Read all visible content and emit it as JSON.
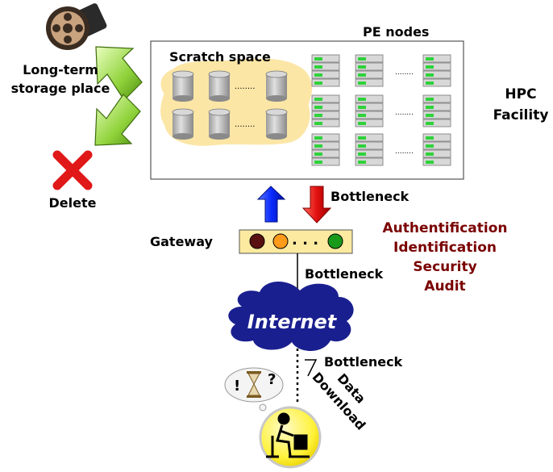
{
  "hpc": {
    "label": "HPC\nFacility",
    "pe_nodes_label": "PE nodes",
    "scratch_label": "Scratch space"
  },
  "dots": "........",
  "archive": {
    "label": "Long-term\nstorage place"
  },
  "delete": {
    "label": "Delete"
  },
  "gateway": {
    "label": "Gateway",
    "dots": ". . ."
  },
  "bottlenecks": [
    "Bottleneck",
    "Bottleneck",
    "Bottleneck"
  ],
  "security_lines": [
    "Authentification",
    "Identification",
    "Security",
    "Audit"
  ],
  "internet": {
    "label": "Internet"
  },
  "download": {
    "label": "Data\nDownload"
  },
  "thought": {
    "excl": "!",
    "question": "?"
  },
  "colors": {
    "cloud_fill": "#1a1f8f",
    "scratch_fill": "#fbe6a6",
    "gateway_fill": "#fbeaa0",
    "server_green": "#2fd23a",
    "up_arrow": "#0a2bff",
    "down_arrow": "#e21010",
    "green_arrow": "#8fd23a",
    "delete_red": "#e01818",
    "security_text": "#7a0000",
    "user_circle": "#fff23a"
  },
  "icons": [
    "film-reel-icon",
    "delete-x-icon",
    "server-icon",
    "disk-icon",
    "hourglass-icon",
    "user-at-computer-icon",
    "internet-cloud-icon"
  ]
}
